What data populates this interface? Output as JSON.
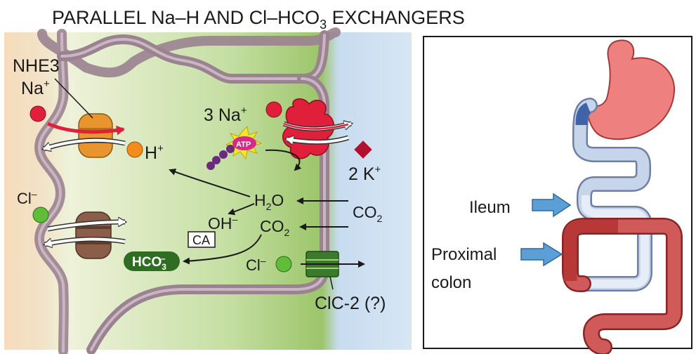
{
  "title": {
    "main": "PARALLEL Na–H AND Cl–HCO",
    "sub": "3",
    "tail": " EXCHANGERS"
  },
  "cell": {
    "nhe3": "NHE3",
    "na": "Na",
    "na_sup": "+",
    "h": "H",
    "h_sup": "+",
    "cl_left": "Cl",
    "cl_left_sup": "–",
    "three_na": "3 Na",
    "three_na_sup": "+",
    "two_k": "2 K",
    "two_k_sup": "+",
    "atp": "ATP",
    "h2o_a": "H",
    "h2o_sub": "2",
    "h2o_b": "O",
    "co2_a": "CO",
    "co2_sub": "2",
    "co2_right_a": "CO",
    "co2_right_sub": "2",
    "oh": "OH",
    "oh_sup": "–",
    "ca": "CA",
    "hco3_a": "HCO",
    "hco3_sub": "3",
    "hco3_sup": "–",
    "cl_lumen": "Cl",
    "cl_lumen_sup": "–",
    "clc2": "ClC-2 (?)"
  },
  "anatomy": {
    "ileum": "Ileum",
    "proximal": "Proximal",
    "colon": "colon"
  },
  "colors": {
    "na_red": "#e0203a",
    "h_orange": "#f28c1a",
    "cl_green": "#5fbd3a",
    "k_red": "#b0112e",
    "membrane": "#9a8290",
    "cytoplasm": "#9cc56a",
    "blood": "#cfe2f2",
    "lumen": "#f4d9b8",
    "hco3_pill": "#2f6e22",
    "stomach": "#ef8080",
    "colon": "#d05a5a",
    "small_intestine": "#c7d5ea"
  }
}
